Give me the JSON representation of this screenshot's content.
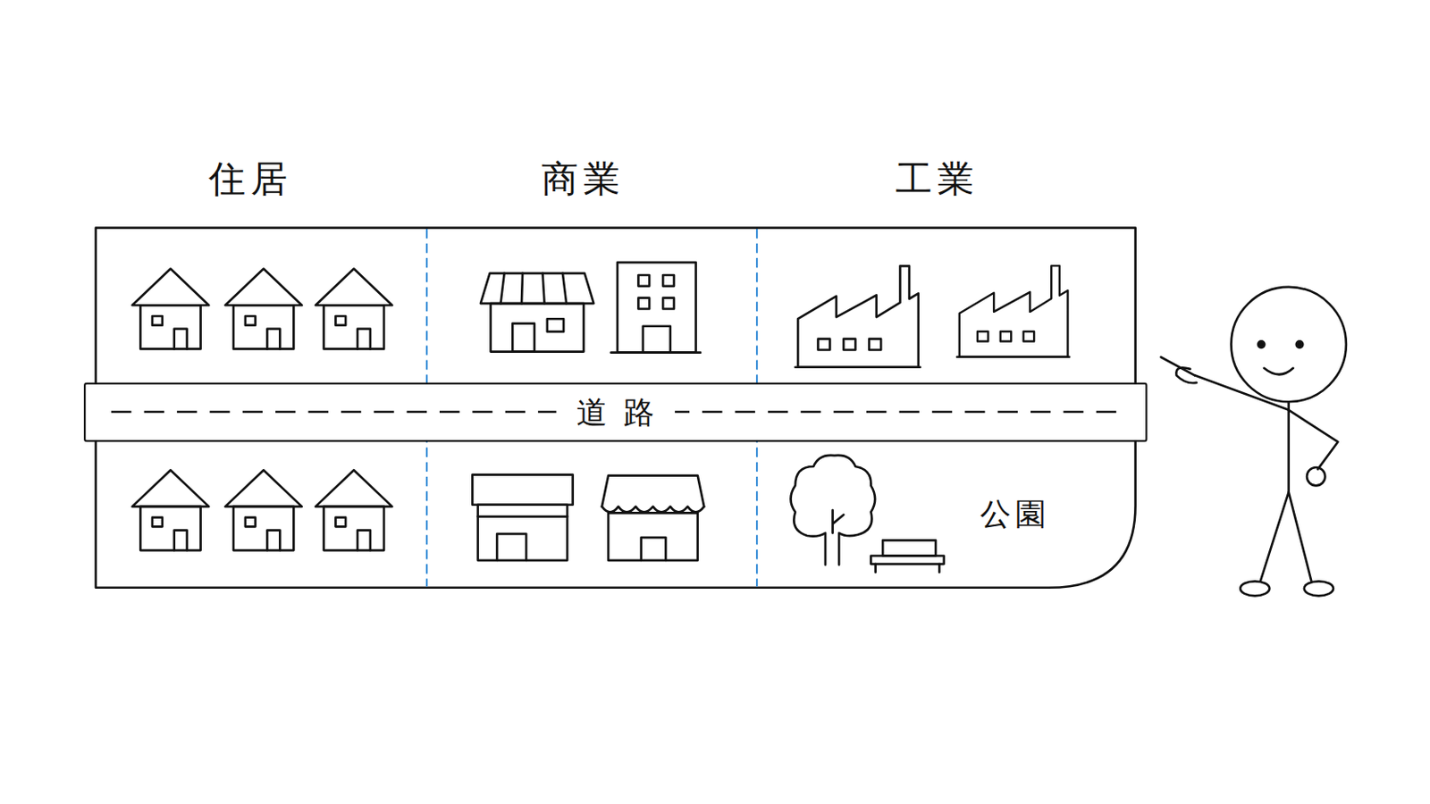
{
  "diagram": {
    "nodes": [
      {
        "text": [
          "道路"
        ]
      }
    ],
    "labels": [
      "住居",
      "商業",
      "工業",
      "公園"
    ]
  }
}
